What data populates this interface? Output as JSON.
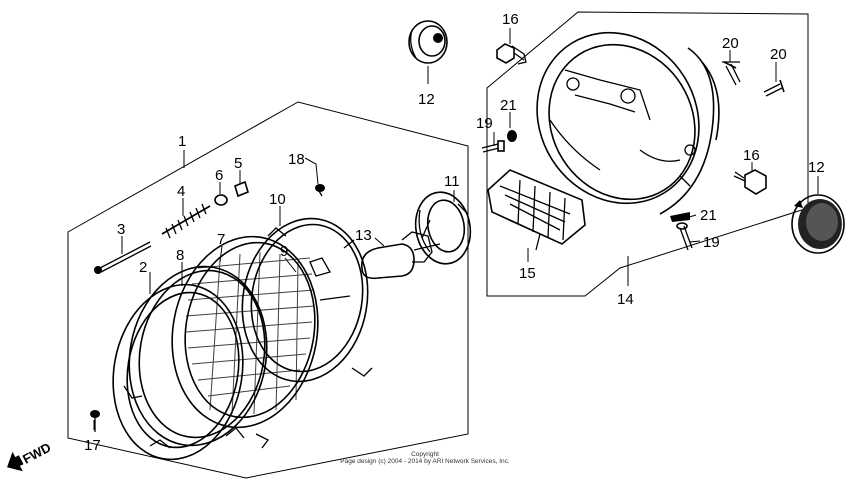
{
  "callouts": {
    "c1": "1",
    "c2": "2",
    "c3": "3",
    "c4": "4",
    "c5": "5",
    "c6": "6",
    "c7": "7",
    "c8": "8",
    "c9": "9",
    "c10": "10",
    "c11": "11",
    "c12a": "12",
    "c12b": "12",
    "c13": "13",
    "c14": "14",
    "c15": "15",
    "c16a": "16",
    "c16b": "16",
    "c17": "17",
    "c18": "18",
    "c19a": "19",
    "c19b": "19",
    "c20a": "20",
    "c20b": "20",
    "c21a": "21",
    "c21b": "21"
  },
  "direction_label": "FWD",
  "footer": {
    "line1": "Copyright",
    "line2": "Page design (c) 2004 - 2014 by ARI Network Services, Inc."
  }
}
